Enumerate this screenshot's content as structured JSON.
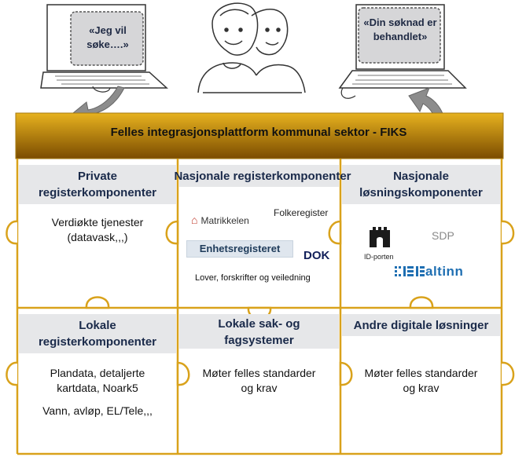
{
  "left_screen": {
    "text_line1": "«Jeg vil",
    "text_line2": "søke….»"
  },
  "right_screen": {
    "text_line1": "«Din søknad  er",
    "text_line2": "behandlet»"
  },
  "banner": {
    "title": "Felles integrasjonsplattform kommunal sektor - FIKS"
  },
  "cells": {
    "private": {
      "title_line1": "Private",
      "title_line2": "registerkomponenter",
      "text_line1": "Verdiøkte tjenester",
      "text_line2": "(datavask,,,)"
    },
    "national_register": {
      "title": "Nasjonale registerkomponenter",
      "matrikkelen": "Matrikkelen",
      "folkeregister": "Folkeregister",
      "enhetsregisteret": "Enhetsregisteret",
      "dok": "DOK",
      "lover": "Lover,  forskrifter  og veiledning"
    },
    "national_solution": {
      "title_line1": "Nasjonale",
      "title_line2": "løsningskomponenter",
      "sdp": "SDP",
      "idporten": "ID-porten",
      "altinn": "altinn"
    },
    "local_register": {
      "title_line1": "Lokale",
      "title_line2": "registerkomponenter",
      "text_line1": "Plandata, detaljerte",
      "text_line2": "kartdata, Noark5",
      "text_line3": "Vann,  avløp,  EL/Tele,,,"
    },
    "local_case": {
      "title_line1": "Lokale sak- og",
      "title_line2": "fagsystemer",
      "text_line1": "Møter felles standarder",
      "text_line2": "og krav"
    },
    "other": {
      "title": "Andre digitale  løsninger",
      "text_line1": "Møter felles standarder",
      "text_line2": "og krav"
    }
  },
  "colors": {
    "gold": "#d9a21b",
    "gold_dark": "#8a5a00",
    "title_bg": "#e6e7e9",
    "screen": "#d6d6d8"
  }
}
